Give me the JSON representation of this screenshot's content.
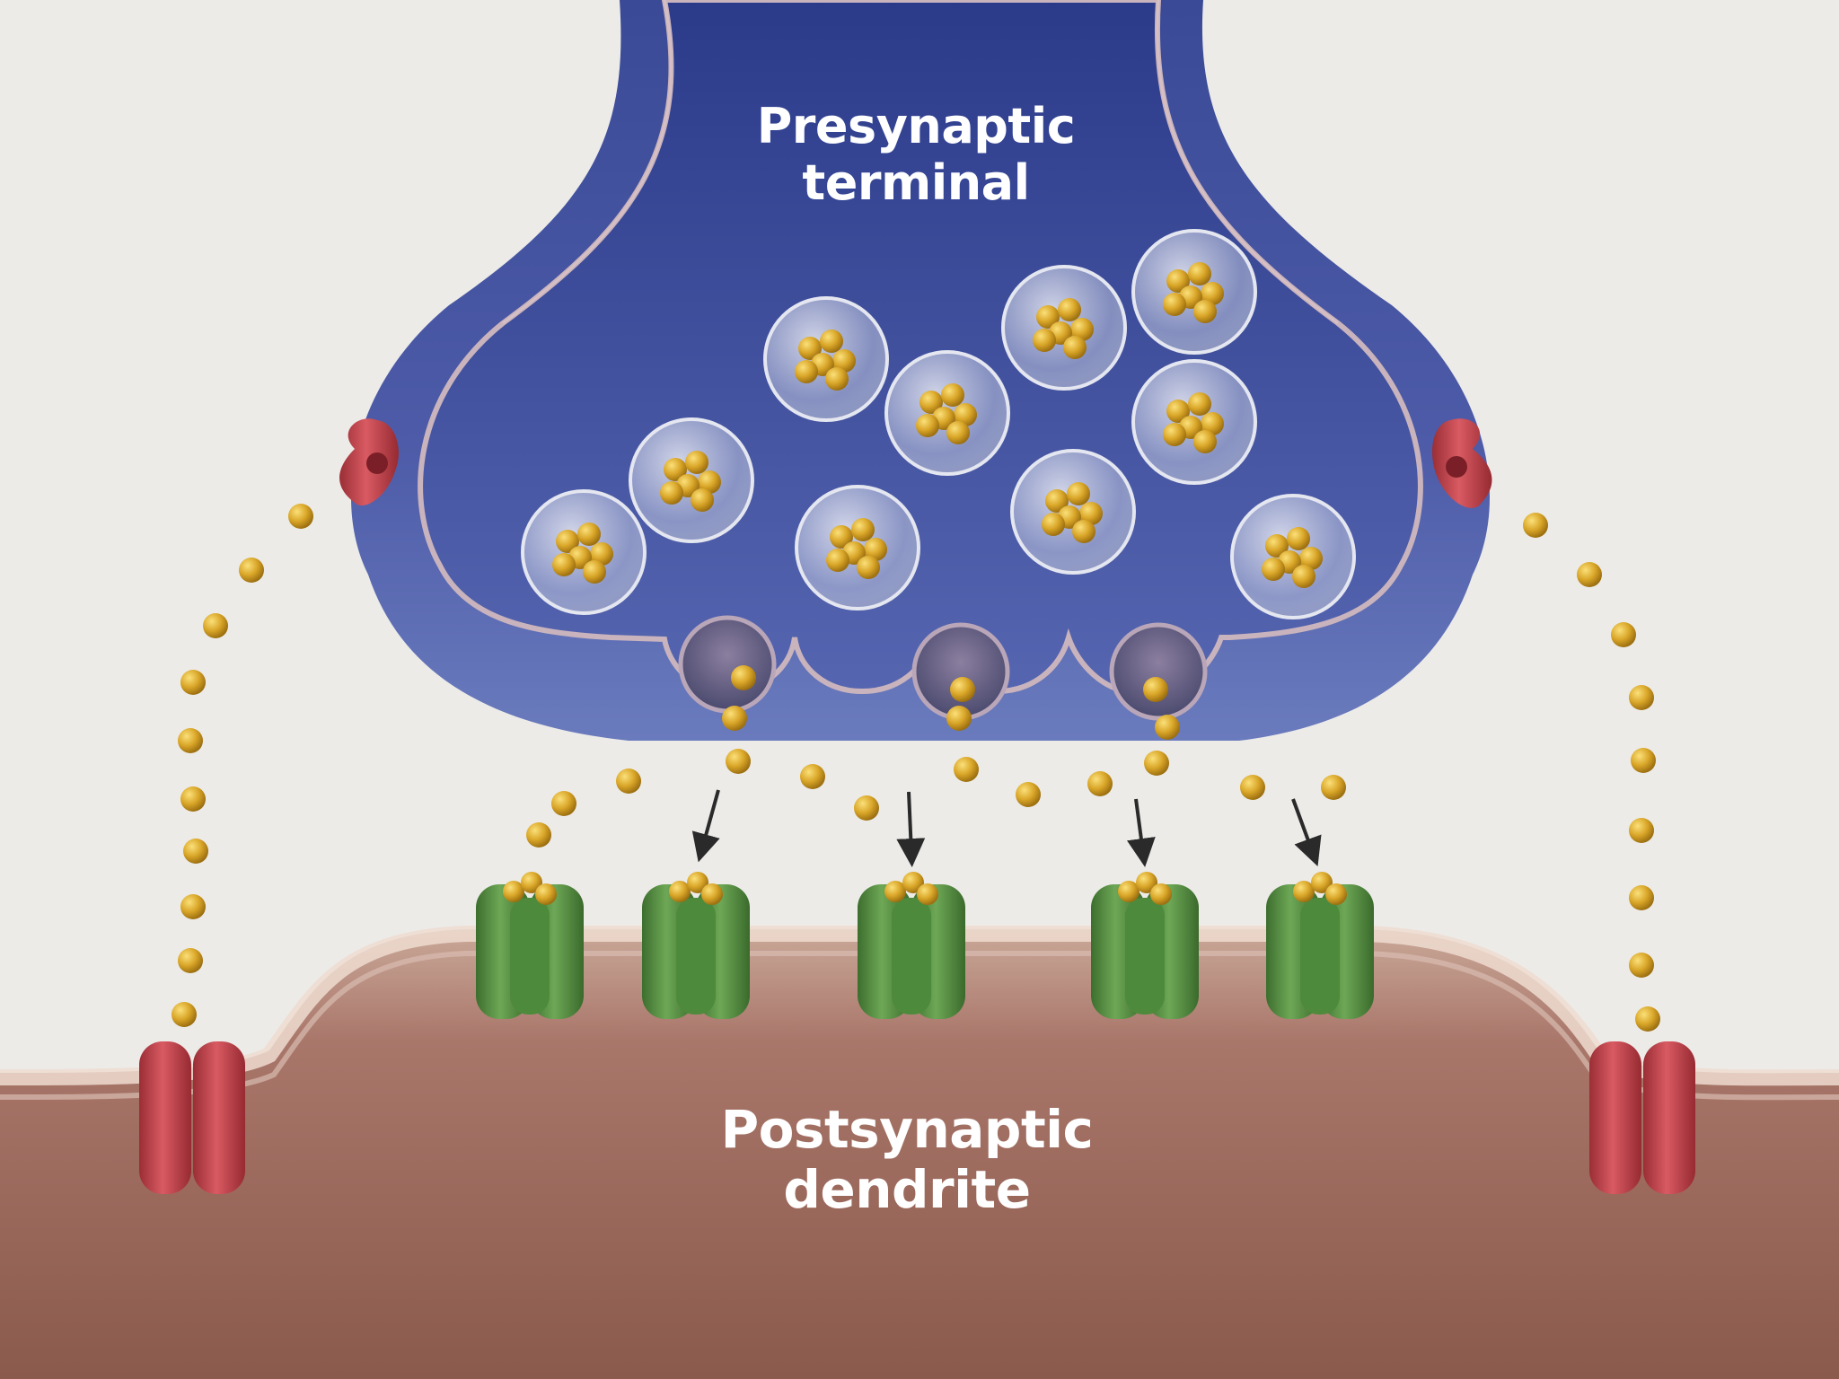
{
  "labels": {
    "presynaptic": "Presynaptic\nterminal",
    "postsynaptic": "Postsynaptic\ndendrite"
  },
  "structures": {
    "presynaptic_terminal": {
      "name": "presynaptic-terminal",
      "color": "#4a5aa6"
    },
    "postsynaptic_dendrite": {
      "name": "postsynaptic-dendrite",
      "color": "#9e6a5a"
    },
    "synaptic_vesicles": {
      "count": 10,
      "contents": "neurotransmitter"
    },
    "fusing_vesicles": {
      "count": 3
    },
    "receptors": {
      "count": 5,
      "color": "#4f8a3e"
    },
    "reuptake_transporters": {
      "count": 4,
      "color": "#c2454e"
    }
  },
  "colors": {
    "background": "#ecebe8",
    "presynaptic_text": "#ffffff",
    "postsynaptic_text": "#ffffff",
    "neurotransmitter": "#d9a628",
    "arrow": "#2a2a2a"
  }
}
